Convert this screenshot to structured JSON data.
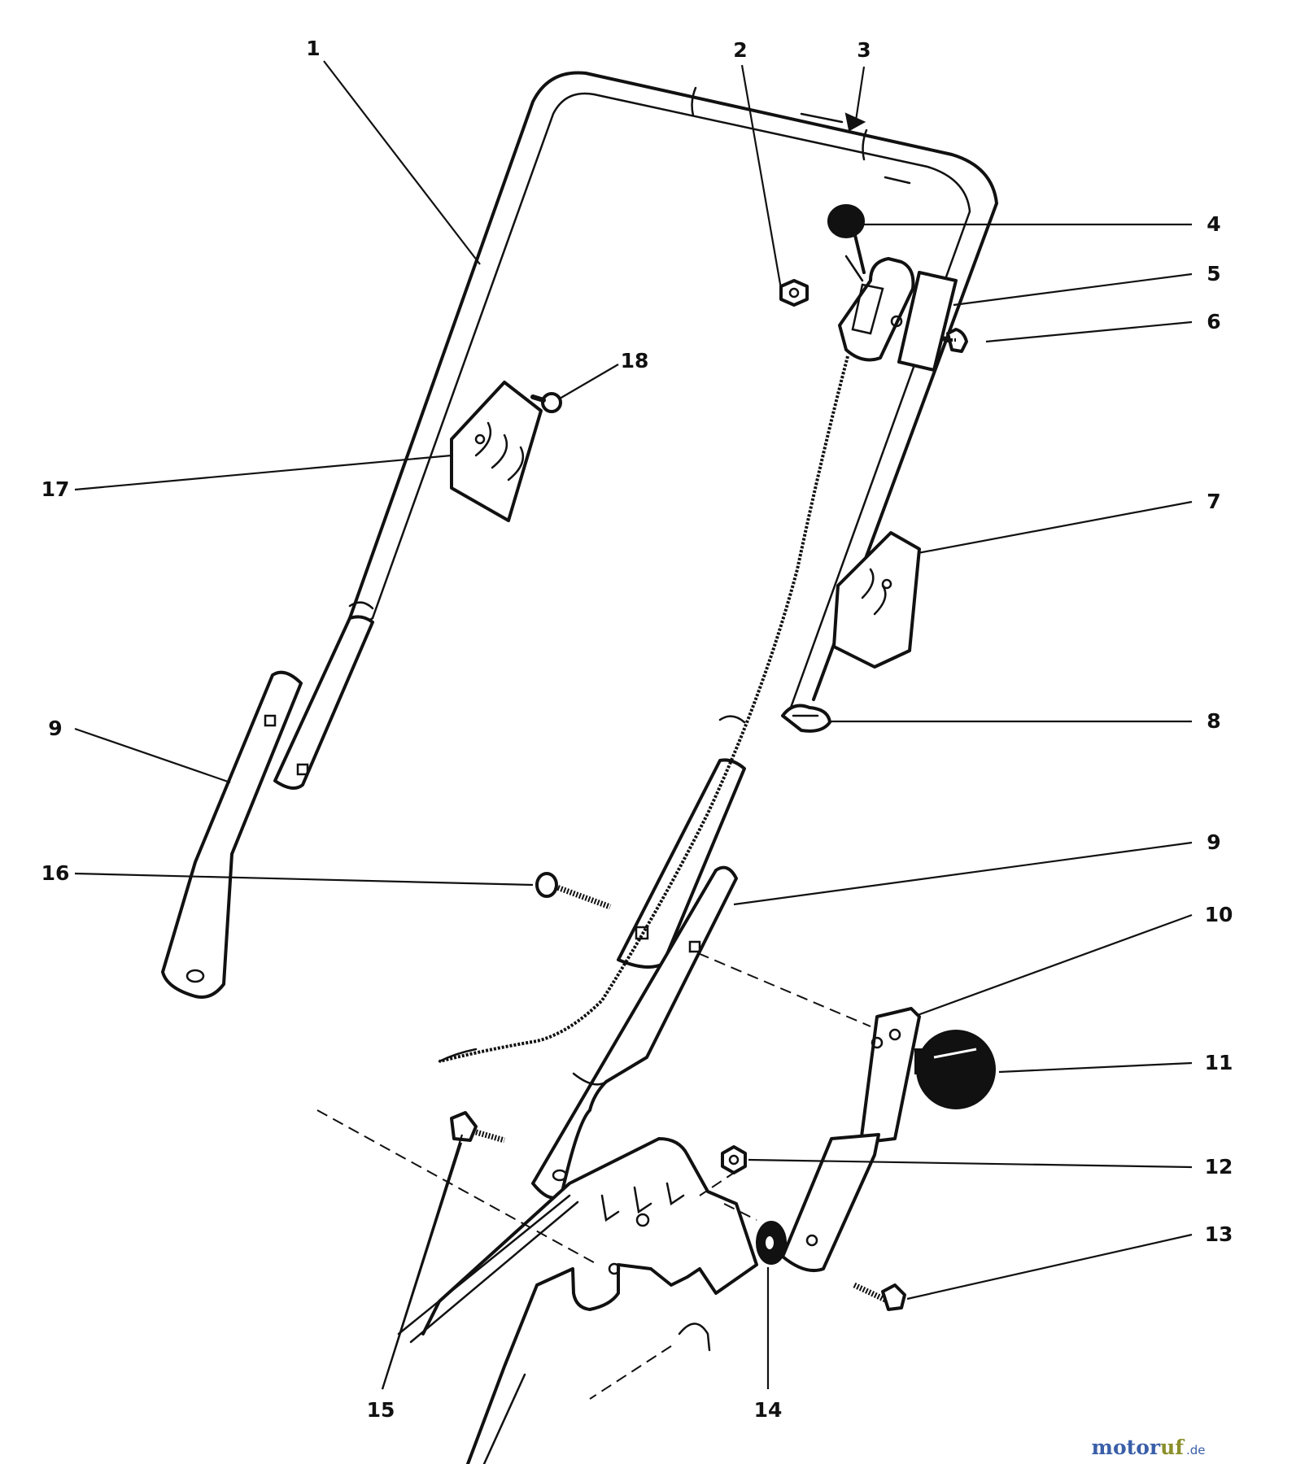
{
  "callouts": [
    {
      "id": "1",
      "label": "1"
    },
    {
      "id": "2",
      "label": "2"
    },
    {
      "id": "3",
      "label": "3"
    },
    {
      "id": "4",
      "label": "4"
    },
    {
      "id": "5",
      "label": "5"
    },
    {
      "id": "6",
      "label": "6"
    },
    {
      "id": "7",
      "label": "7"
    },
    {
      "id": "8",
      "label": "8"
    },
    {
      "id": "9a",
      "label": "9"
    },
    {
      "id": "9b",
      "label": "9"
    },
    {
      "id": "10",
      "label": "10"
    },
    {
      "id": "11",
      "label": "11"
    },
    {
      "id": "12",
      "label": "12"
    },
    {
      "id": "13",
      "label": "13"
    },
    {
      "id": "14",
      "label": "14"
    },
    {
      "id": "15",
      "label": "15"
    },
    {
      "id": "16",
      "label": "16"
    },
    {
      "id": "17",
      "label": "17"
    },
    {
      "id": "18",
      "label": "18"
    }
  ],
  "watermark": {
    "part1": "motor",
    "part2": "uf",
    "suffix": ".de",
    "color_main": "#3a5fa8",
    "color_accent": "#8a8f2a"
  }
}
